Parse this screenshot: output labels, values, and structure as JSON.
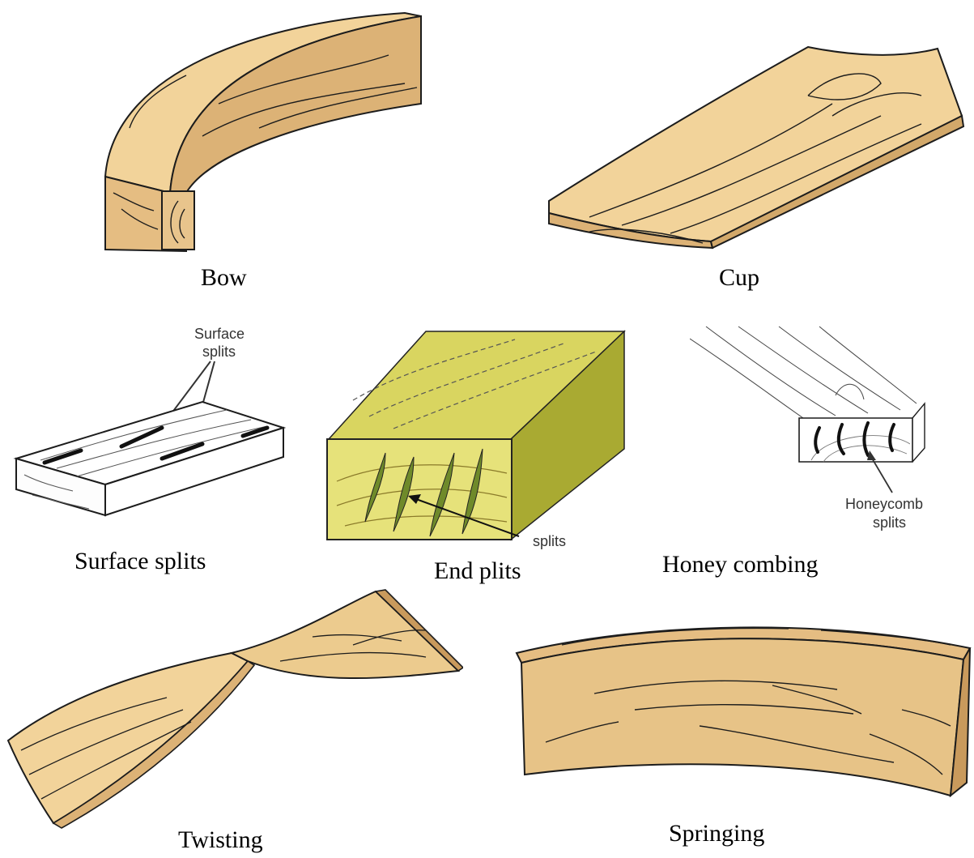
{
  "captions": {
    "bow": "Bow",
    "cup": "Cup",
    "surface_splits": "Surface splits",
    "end_splits": "End plits",
    "honey_combing": "Honey combing",
    "twisting": "Twisting",
    "springing": "Springing"
  },
  "callouts": {
    "surface_line1": "Surface",
    "surface_line2": "splits",
    "end": "splits",
    "honeycomb_line1": "Honeycomb",
    "honeycomb_line2": "splits"
  },
  "colors": {
    "wood_top": "#f2d39a",
    "wood_side": "#dcb276",
    "wood_dark": "#c99a5c",
    "end_split_yellow": "#e6e27a",
    "end_split_green": "#b9b93a",
    "outline": "#1c1c1c"
  }
}
